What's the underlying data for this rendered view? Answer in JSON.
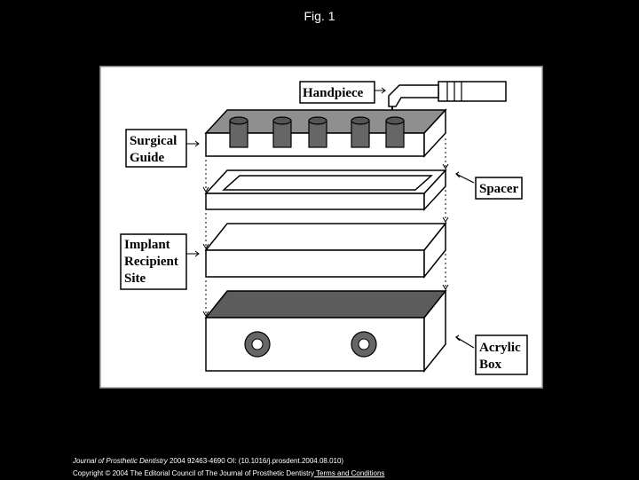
{
  "page": {
    "title": "Fig. 1"
  },
  "diagram": {
    "labels": {
      "handpiece": "Handpiece",
      "surgical_guide": [
        "Surgical",
        "Guide"
      ],
      "spacer": "Spacer",
      "implant_site": [
        "Implant",
        "Recipient",
        "Site"
      ],
      "acrylic_box": [
        "Acrylic",
        "Box"
      ]
    }
  },
  "footer": {
    "journal": "Journal of Prosthetic Dentistry",
    "citation": " 2004 92463-4690 OI: (10.1016/j.prosdent.2004.08.010)",
    "copyright": "Copyright © 2004 The Editorial Council of The Journal of Prosthetic Dentistry",
    "terms_link": " Terms and Conditions"
  },
  "colors": {
    "background": "#000000",
    "panel": "#ffffff",
    "block_top": "#9a9a9a",
    "block_dark": "#5a5a5a"
  }
}
